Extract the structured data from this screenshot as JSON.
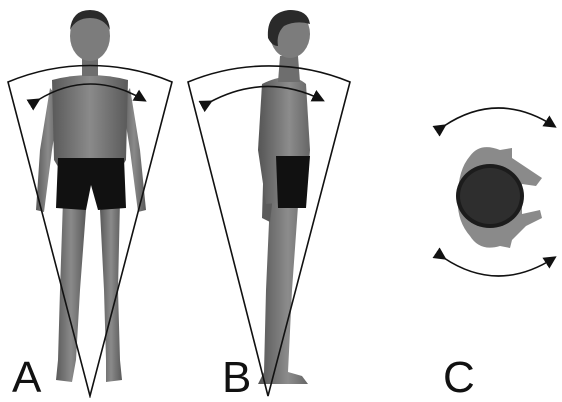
{
  "panels": [
    {
      "id": "A",
      "label": "A",
      "view": "front"
    },
    {
      "id": "B",
      "label": "B",
      "view": "side"
    },
    {
      "id": "C",
      "label": "C",
      "view": "top"
    }
  ],
  "colors": {
    "background": "#ffffff",
    "skin": "#7a7a7a",
    "skin_dark": "#4f4f4f",
    "hair": "#2a2a2a",
    "shorts": "#111111",
    "outline": "#111111"
  },
  "icons": [
    "rotation-arrow-icon"
  ]
}
